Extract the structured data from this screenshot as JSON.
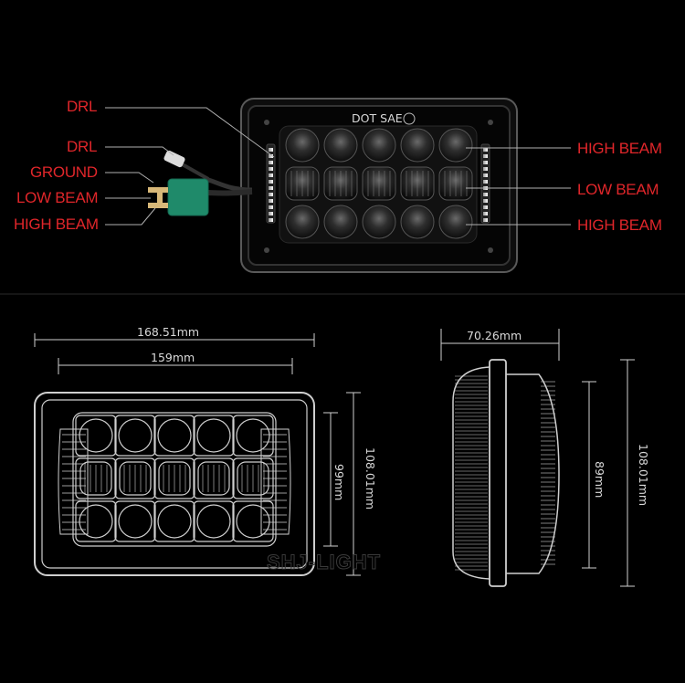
{
  "connector_labels": {
    "drl_1": "DRL",
    "drl_2": "DRL",
    "ground": "GROUND",
    "low_beam": "LOW BEAM",
    "high_beam": "HIGH BEAM"
  },
  "beam_labels": {
    "high_beam_top": "HIGH BEAM",
    "low_beam": "LOW BEAM",
    "high_beam_bottom": "HIGH BEAM"
  },
  "lens_marking": "DOT SAE",
  "front_view_dimensions": {
    "overall_width": "168.51mm",
    "inner_width": "159mm",
    "overall_height": "108.01mm",
    "inner_height": "99mm"
  },
  "side_view_dimensions": {
    "depth": "70.26mm",
    "overall_height": "108.01mm",
    "inner_height": "89mm"
  },
  "watermark": "SHJ-LIGHT",
  "colors": {
    "label_red": "#e0262a",
    "connector_green": "#1f8a6a",
    "line_gray": "#c8c8c8"
  }
}
